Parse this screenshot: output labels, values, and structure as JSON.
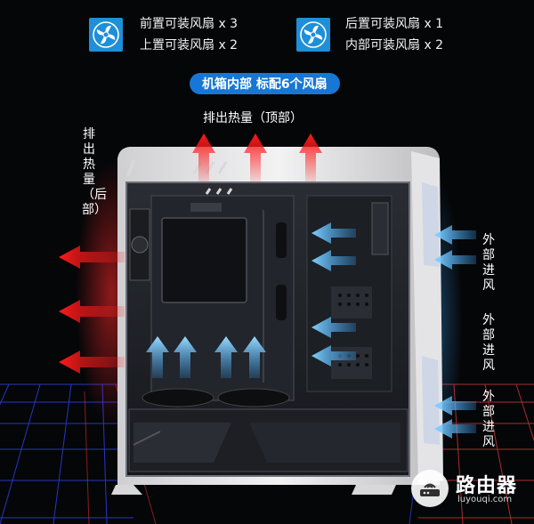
{
  "legend": {
    "front": "前置可装风扇 x 3",
    "top": "上置可装风扇 x 2",
    "rear": "后置可装风扇 x 1",
    "inner": "内部可装风扇 x 2"
  },
  "banner": "机箱内部 标配6个风扇",
  "labels": {
    "exhaust_top": "排出热量（顶部）",
    "exhaust_rear": "排出热量（后部）",
    "intake": "外部进风"
  },
  "watermark": {
    "name": "路由器",
    "url": "luyouqi.com"
  },
  "colors": {
    "fan_badge": "#1e8fd8",
    "banner": "#1677d6",
    "exhaust": "#ff1a1a",
    "intake": "#3aa7ff",
    "case_white": "#e9e9ea"
  }
}
